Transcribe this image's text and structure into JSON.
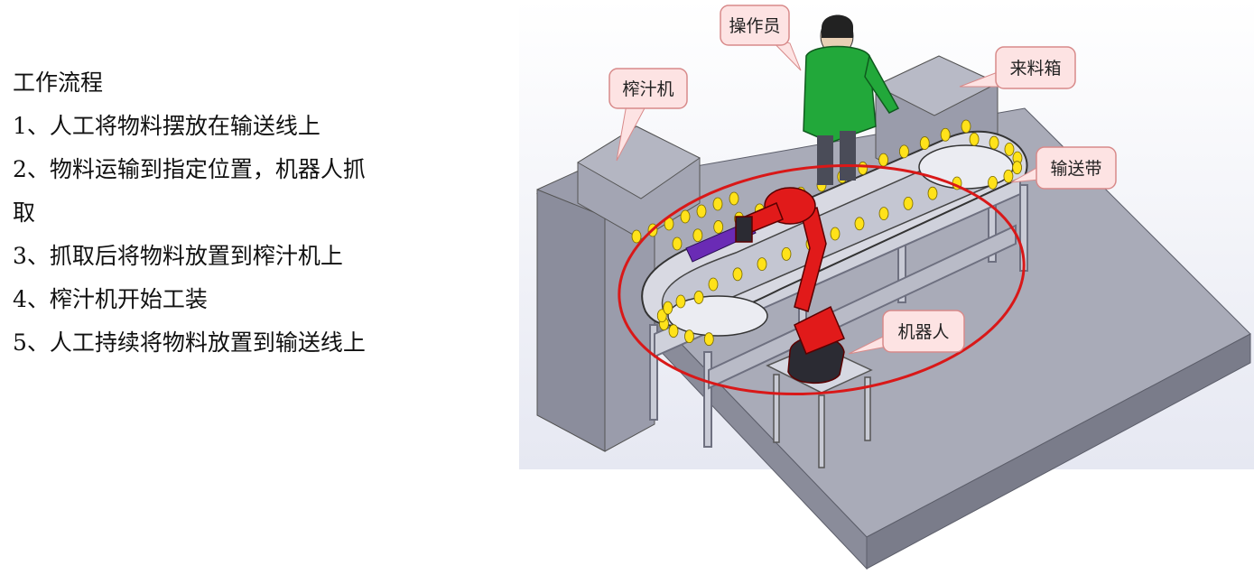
{
  "workflow": {
    "title": "工作流程",
    "steps": [
      "1、人工将物料摆放在输送线上",
      "2、物料运输到指定位置，机器人抓取",
      "3、抓取后将物料放置到榨汁机上",
      "4、榨汁机开始工装",
      "5、人工持续将物料放置到输送线上"
    ]
  },
  "callouts": {
    "operator": "操作员",
    "juicer": "榨汁机",
    "feed_box": "来料箱",
    "conveyor": "输送带",
    "robot": "机器人"
  },
  "colors": {
    "platform": "#a7a9b6",
    "machine_body": "#9b9dac",
    "robot": "#e11a1a",
    "highlight_ring": "#d91818",
    "callout_fill": "#fde3e3",
    "callout_stroke": "#d88a8a",
    "fruit": "#ffe21a",
    "operator_jacket": "#22a83a"
  }
}
